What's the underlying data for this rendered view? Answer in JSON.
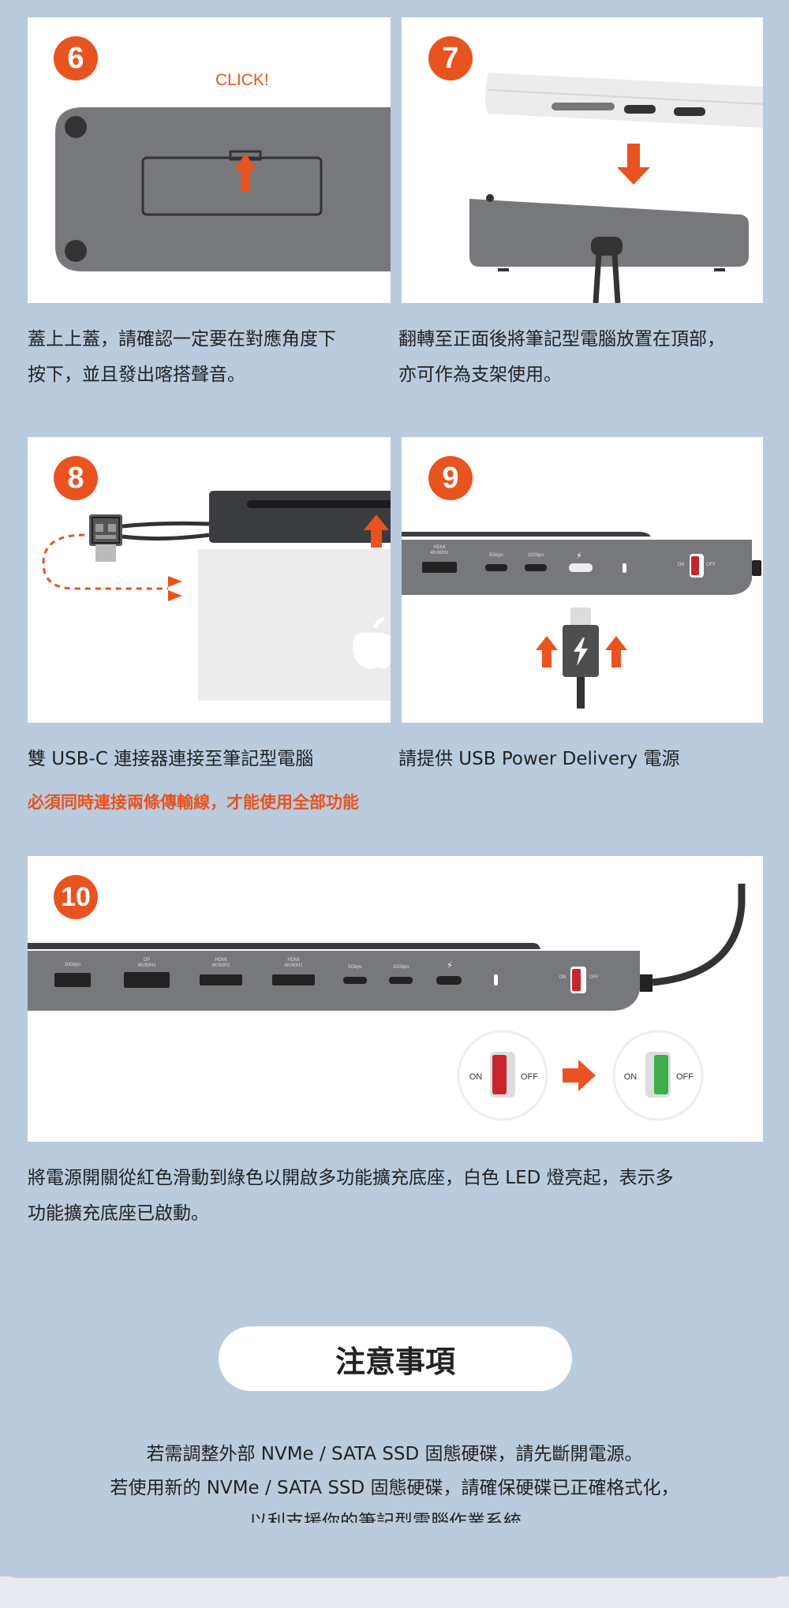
{
  "steps": [
    {
      "num": "6",
      "callout": "CLICK!",
      "desc": [
        "蓋上上蓋，請確認一定要在對應角度下",
        "按下，並且發出喀搭聲音。"
      ]
    },
    {
      "num": "7",
      "desc": [
        "翻轉至正面後將筆記型電腦放置在頂部，",
        "亦可作為支架使用。"
      ]
    },
    {
      "num": "8",
      "desc": [
        "雙 USB-C 連接器連接至筆記型電腦"
      ],
      "note": "必須同時連接兩條傳輸線，才能使用全部功能"
    },
    {
      "num": "9",
      "desc": [
        "請提供 USB Power Delivery 電源"
      ],
      "port_labels": {
        "hdmi": "HDMI\n4K/60Hz",
        "p5g": "5Gbps",
        "p10g": "10Gbps",
        "on": "ON",
        "off": "OFF"
      }
    },
    {
      "num": "10",
      "desc": [
        "將電源開關從紅色滑動到綠色以開啟多功能擴充底座，白色 LED 燈亮起，表示多",
        "功能擴充底座已啟動。"
      ],
      "port_labels": {
        "p10g_a": "10Gbps",
        "dp": "DP\n4K/60Hz",
        "hdmi1": "HDMI\n4K/60Hz",
        "hdmi2": "HDMI\n4K/60Hz",
        "p5g": "5Gbps",
        "p10g_c": "10Gbps",
        "on": "ON",
        "off": "OFF"
      }
    }
  ],
  "notice": {
    "title": "注意事項",
    "lines": [
      "若需調整外部 NVMe / SATA SSD 固態硬碟，請先斷開電源。",
      "若使用新的 NVMe / SATA SSD 固態硬碟，請確保硬碟已正確格式化，",
      "以利支援你的筆記型電腦作業系統。"
    ]
  },
  "colors": {
    "accent": "#e8531f",
    "background": "#bacbdd",
    "device": "#77787b",
    "switch_red": "#c8242b",
    "switch_green": "#3cae4a"
  },
  "icons": [
    "orange-arrow-icon",
    "lightning-icon",
    "apple-logo-icon",
    "power-switch-icon"
  ]
}
